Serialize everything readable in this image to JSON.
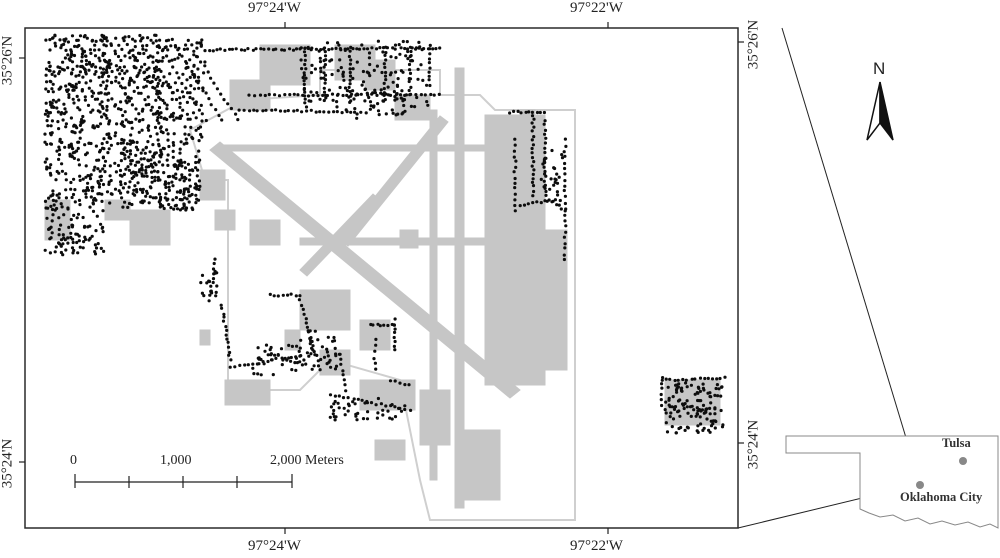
{
  "coords": {
    "top_left": "97°24'W",
    "top_right": "97°22'W",
    "bottom_left": "97°24'W",
    "bottom_right": "97°22'W",
    "left_top": "35°26'N",
    "left_bottom": "35°24'N",
    "right_top": "35°26'N",
    "right_bottom": "35°24'N"
  },
  "scale_bar": {
    "labels": [
      "0",
      "1,000",
      "2,000 Meters"
    ]
  },
  "north_arrow": {
    "label": "N"
  },
  "inset": {
    "cities": [
      {
        "name": "Tulsa"
      },
      {
        "name": "Oklahoma City"
      }
    ]
  },
  "colors": {
    "features": "#c6c6c6",
    "points": "#0d0d0d",
    "frame": "#2a2a2a",
    "city_marker": "#888888"
  }
}
